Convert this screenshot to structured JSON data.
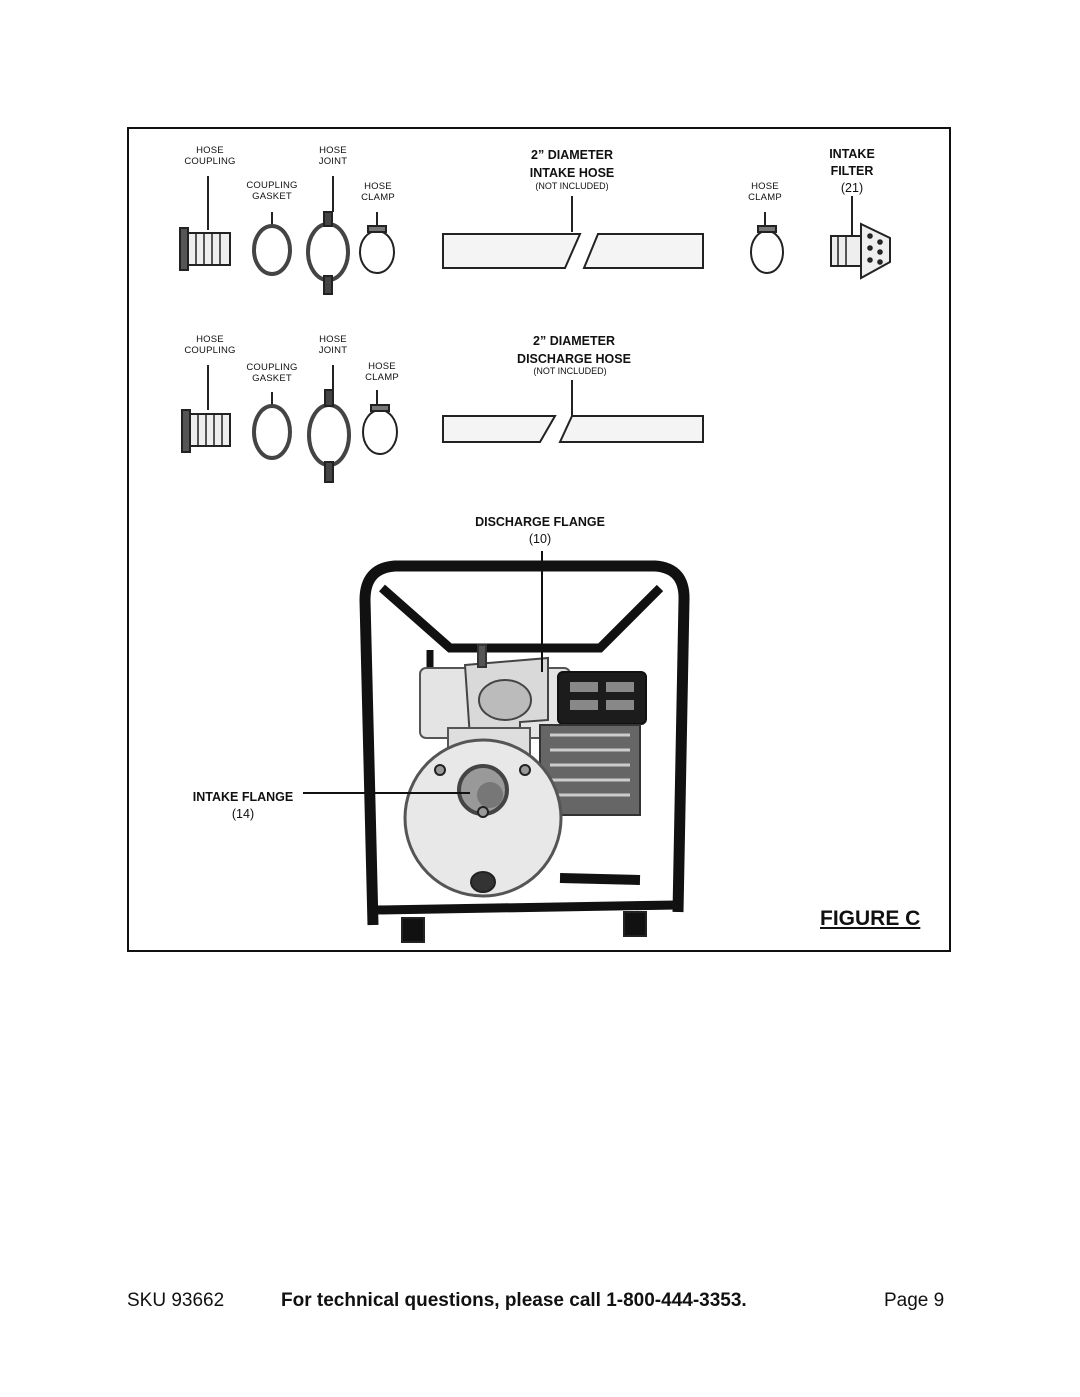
{
  "figure": {
    "title": "FIGURE C",
    "intake_row": {
      "hose_coupling": [
        "HOSE",
        "COUPLING"
      ],
      "coupling_gasket": [
        "COUPLING",
        "GASKET"
      ],
      "hose_joint": [
        "HOSE",
        "JOINT"
      ],
      "hose_clamp": [
        "HOSE",
        "CLAMP"
      ],
      "hose_title": [
        "2” DIAMETER",
        "INTAKE HOSE"
      ],
      "hose_note": "(NOT INCLUDED)",
      "hose_clamp_2": [
        "HOSE",
        "CLAMP"
      ],
      "intake_filter": [
        "INTAKE",
        "FILTER",
        "(21)"
      ]
    },
    "discharge_row": {
      "hose_coupling": [
        "HOSE",
        "COUPLING"
      ],
      "coupling_gasket": [
        "COUPLING",
        "GASKET"
      ],
      "hose_joint": [
        "HOSE",
        "JOINT"
      ],
      "hose_clamp": [
        "HOSE",
        "CLAMP"
      ],
      "hose_title": [
        "2” DIAMETER",
        "DISCHARGE HOSE"
      ],
      "hose_note": "(NOT INCLUDED)"
    },
    "pump": {
      "discharge_flange": [
        "DISCHARGE FLANGE",
        "(10)"
      ],
      "intake_flange": [
        "INTAKE FLANGE",
        "(14)"
      ]
    }
  },
  "footer": {
    "sku": "SKU 93662",
    "tech_line": "For technical questions, please call 1-800-444-3353.",
    "page": "Page 9"
  }
}
